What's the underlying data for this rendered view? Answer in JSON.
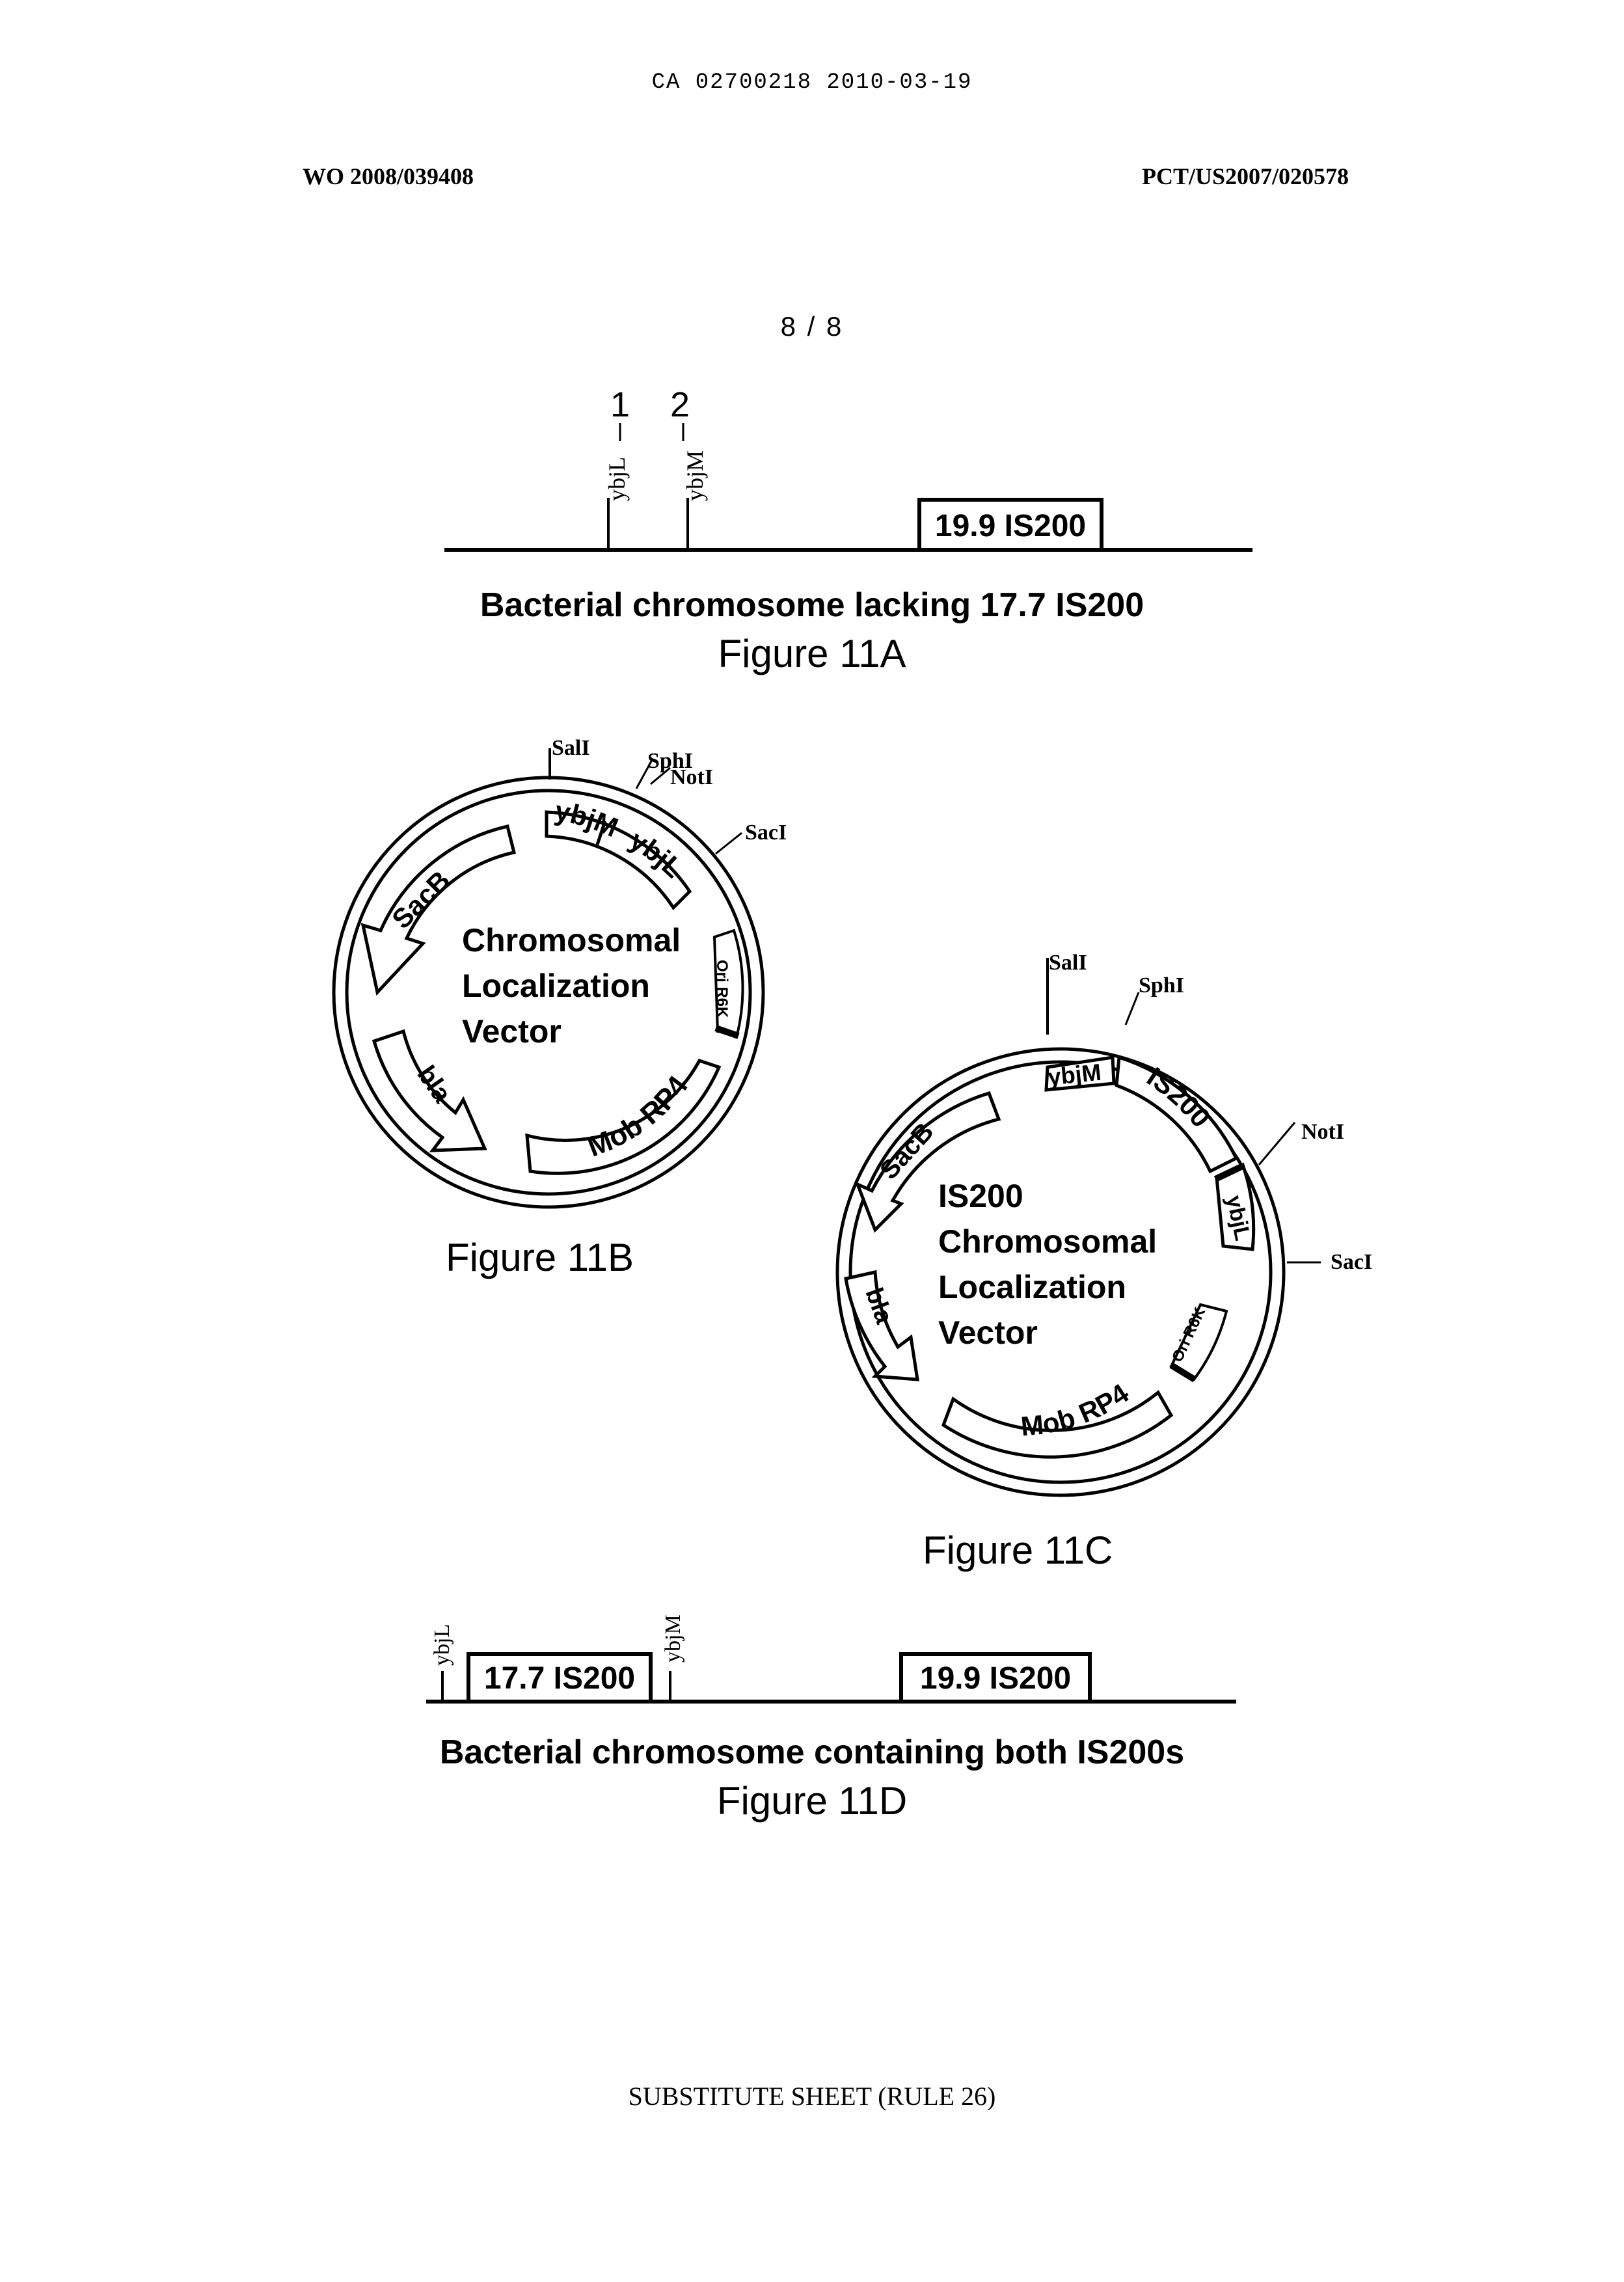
{
  "header": {
    "stamp": "CA 02700218 2010-03-19",
    "publication": "WO 2008/039408",
    "application": "PCT/US2007/020578"
  },
  "sheet": "8 / 8",
  "fig11a": {
    "markers": [
      "1",
      "2"
    ],
    "genes": [
      "ybjL",
      "ybjM"
    ],
    "box": "19.9 IS200",
    "caption": "Bacterial chromosome lacking 17.7 IS200",
    "label": "Figure 11A"
  },
  "fig11b": {
    "sites": [
      "SalI",
      "SphI",
      "NotI",
      "SacI"
    ],
    "segments": [
      "ybjM",
      "ybjL",
      "Ori R6K",
      "Mob RP4",
      "bla",
      "SacB"
    ],
    "center": [
      "Chromosomal",
      "Localization",
      "Vector"
    ],
    "label": "Figure 11B"
  },
  "fig11c": {
    "sites": [
      "SalI",
      "SphI",
      "NotI",
      "SacI"
    ],
    "segments": [
      "ybjM",
      "IS200",
      "ybjL",
      "Ori R6K",
      "Mob RP4",
      "bla",
      "SacB"
    ],
    "center": [
      "IS200",
      "Chromosomal",
      "Localization",
      "Vector"
    ],
    "label": "Figure 11C"
  },
  "fig11d": {
    "genes": [
      "ybjL",
      "ybjM"
    ],
    "box_left": "17.7 IS200",
    "box_right": "19.9 IS200",
    "caption": "Bacterial chromosome containing both IS200s",
    "label": "Figure 11D"
  },
  "footer": "SUBSTITUTE SHEET (RULE 26)"
}
